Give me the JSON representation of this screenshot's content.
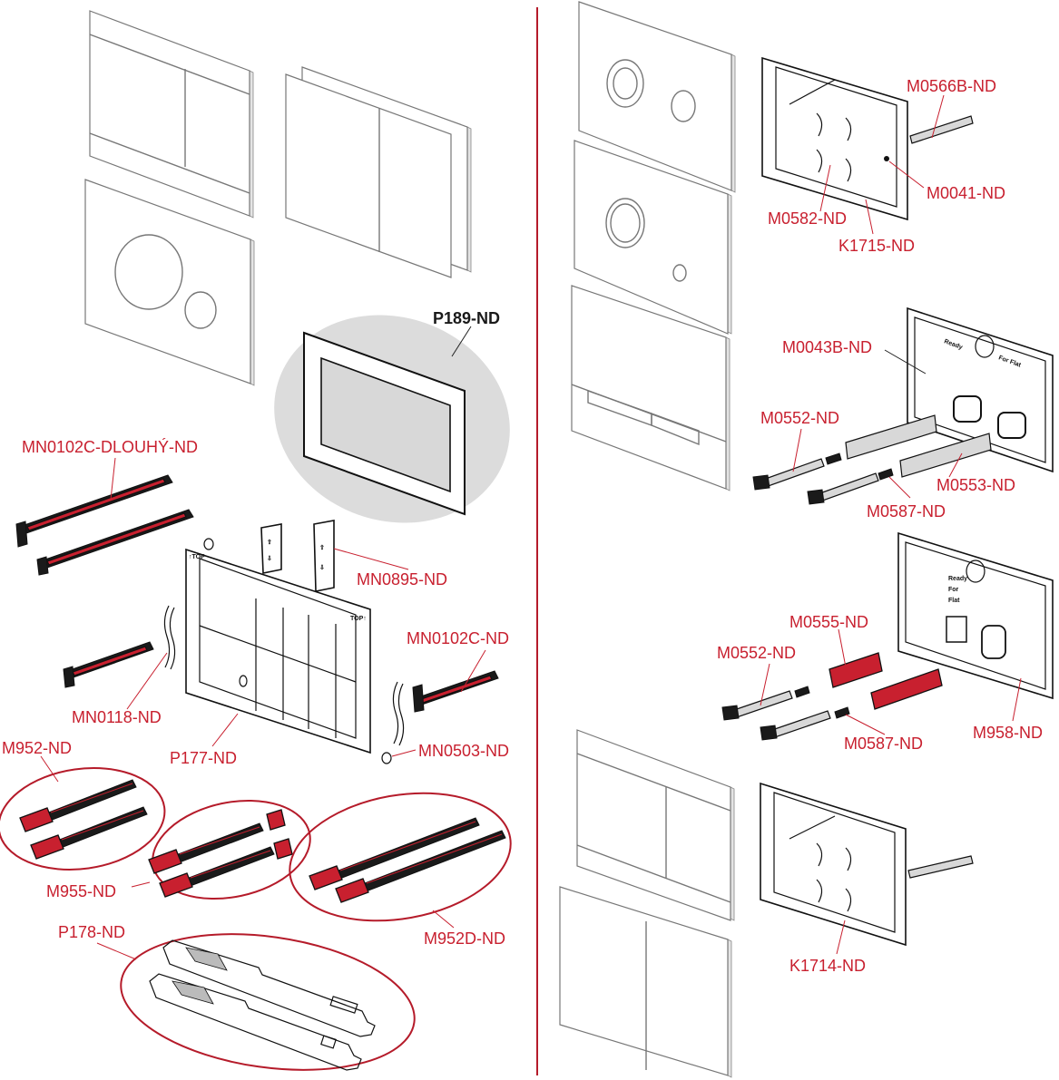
{
  "title": "Flush plate and installation frame spare parts diagram",
  "colors": {
    "label": "#c8202f",
    "divider": "#b51b2a",
    "highlight_background": "#dcdcdc",
    "bold_label": "#1a1a1a"
  },
  "labels": {
    "p189": "P189-ND",
    "mn0102c_dlouhy": "MN0102C-DLOUHÝ-ND",
    "mn0895": "MN0895-ND",
    "mn0102c": "MN0102C-ND",
    "mn0118": "MN0118-ND",
    "p177": "P177-ND",
    "mn0503": "MN0503-ND",
    "m952": "M952-ND",
    "m955": "M955-ND",
    "m952d": "M952D-ND",
    "p178": "P178-ND",
    "m0566b": "M0566B-ND",
    "m0041": "M0041-ND",
    "m0582": "M0582-ND",
    "k1715": "K1715-ND",
    "m0043b": "M0043B-ND",
    "m0552_a": "M0552-ND",
    "m0553": "M0553-ND",
    "m0587_a": "M0587-ND",
    "m0555": "M0555-ND",
    "m0552_b": "M0552-ND",
    "m958": "M958-ND",
    "m0587_b": "M0587-ND",
    "k1714": "K1714-ND"
  },
  "frame_markings": {
    "top_left": "↑TOP",
    "top_right": "TOP↑",
    "ready_for_flat_a": [
      "Ready",
      "For Flat"
    ],
    "ready_for_flat_b": [
      "Ready",
      "For",
      "Flat"
    ]
  }
}
